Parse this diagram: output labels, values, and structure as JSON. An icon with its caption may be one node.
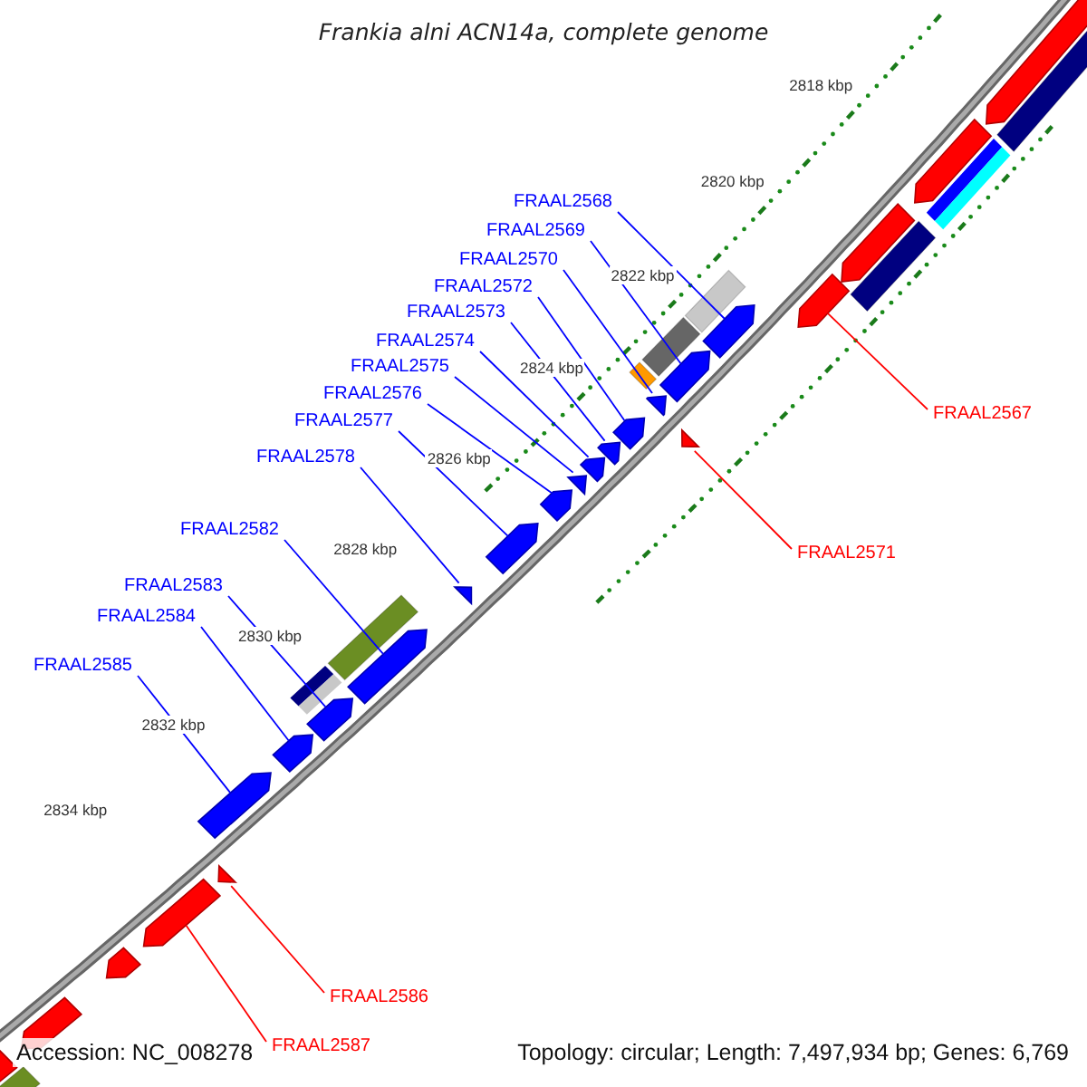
{
  "diagram": {
    "title": "Frankia alni ACN14a, complete genome",
    "nodes": [
      {
        "text": [
          "FRAAL2568"
        ]
      },
      {
        "text": [
          "FRAAL2569"
        ]
      },
      {
        "text": [
          "FRAAL2570"
        ]
      },
      {
        "text": [
          "FRAAL2572"
        ]
      },
      {
        "text": [
          "FRAAL2573"
        ]
      },
      {
        "text": [
          "FRAAL2574"
        ]
      },
      {
        "text": [
          "FRAAL2575"
        ]
      },
      {
        "text": [
          "FRAAL2576"
        ]
      },
      {
        "text": [
          "FRAAL2567"
        ]
      },
      {
        "text": [
          "FRAAL2577"
        ]
      },
      {
        "text": [
          "FRAAL2578"
        ]
      },
      {
        "text": [
          "FRAAL2582"
        ]
      },
      {
        "text": [
          "FRAAL2571"
        ]
      },
      {
        "text": [
          "FRAAL2583"
        ]
      },
      {
        "text": [
          "FRAAL2584"
        ]
      },
      {
        "text": [
          "FRAAL2585"
        ]
      },
      {
        "text": [
          "FRAAL2586"
        ]
      },
      {
        "text": [
          "FRAAL2587"
        ]
      },
      {
        "text": [],
        "shape": "arrow"
      },
      {
        "text": [],
        "shape": "arrow"
      },
      {
        "text": [],
        "shape": "arrow"
      },
      {
        "text": [],
        "shape": "arrow"
      },
      {
        "text": [],
        "shape": "arrow"
      },
      {
        "text": [],
        "shape": "arrow"
      },
      {
        "text": [],
        "shape": "arrow"
      },
      {
        "text": [],
        "shape": "arrow"
      },
      {
        "text": [],
        "shape": "arrow"
      },
      {
        "text": [],
        "shape": "arrow"
      },
      {
        "text": [],
        "shape": "arrow"
      },
      {
        "text": [],
        "shape": "arrow"
      },
      {
        "text": [],
        "shape": "arrow"
      },
      {
        "text": [],
        "shape": "arrow"
      },
      {
        "text": [],
        "shape": "arrow"
      },
      {
        "text": [],
        "shape": "arrow"
      },
      {
        "text": [],
        "shape": "arrow"
      },
      {
        "text": [],
        "shape": "arrow"
      },
      {
        "text": [],
        "shape": "arrow"
      },
      {
        "text": [],
        "shape": "arrow"
      },
      {
        "text": [],
        "shape": "arrow"
      },
      {
        "text": [],
        "shape": "arrow"
      },
      {
        "text": [],
        "shape": "arrow"
      },
      {
        "text": [],
        "shape": "arrow"
      },
      {
        "text": [],
        "shape": "bar"
      },
      {
        "text": [],
        "shape": "bar"
      },
      {
        "text": [],
        "shape": "bar"
      },
      {
        "text": [],
        "shape": "bar"
      },
      {
        "text": [],
        "shape": "bar"
      },
      {
        "text": [],
        "shape": "bar"
      },
      {
        "text": [],
        "shape": "bar"
      },
      {
        "text": [],
        "shape": "bar"
      },
      {
        "text": [],
        "shape": "bar"
      }
    ],
    "edges": [
      {
        "from": 0,
        "to": 19,
        "arrow": "none"
      },
      {
        "from": 1,
        "to": 20,
        "arrow": "none"
      },
      {
        "from": 2,
        "to": 21,
        "arrow": "none"
      },
      {
        "from": 3,
        "to": 23,
        "arrow": "none"
      },
      {
        "from": 4,
        "to": 24,
        "arrow": "none"
      },
      {
        "from": 5,
        "to": 25,
        "arrow": "none"
      },
      {
        "from": 6,
        "to": 26,
        "arrow": "none"
      },
      {
        "from": 7,
        "to": 27,
        "arrow": "none"
      },
      {
        "from": 8,
        "to": 18,
        "arrow": "none",
        "color": "#ff0000"
      },
      {
        "from": 9,
        "to": 28,
        "arrow": "none"
      },
      {
        "from": 10,
        "to": 29,
        "arrow": "none"
      },
      {
        "from": 11,
        "to": 30,
        "arrow": "none"
      },
      {
        "from": 12,
        "to": 22,
        "arrow": "none",
        "color": "#ff0000"
      },
      {
        "from": 13,
        "to": 31,
        "arrow": "none"
      },
      {
        "from": 14,
        "to": 32,
        "arrow": "none"
      },
      {
        "from": 15,
        "to": 33,
        "arrow": "none"
      },
      {
        "from": 16,
        "to": 34,
        "arrow": "none",
        "color": "#ff0000"
      },
      {
        "from": 17,
        "to": 35,
        "arrow": "none",
        "color": "#ff0000"
      }
    ],
    "labels": [
      "2818 kbp",
      "2820 kbp",
      "2822 kbp",
      "2824 kbp",
      "2826 kbp",
      "2828 kbp",
      "2830 kbp",
      "2832 kbp",
      "2834 kbp",
      "Accession: NC_008278",
      "Topology: circular; Length: 7,497,934 bp; Genes: 6,769"
    ]
  }
}
